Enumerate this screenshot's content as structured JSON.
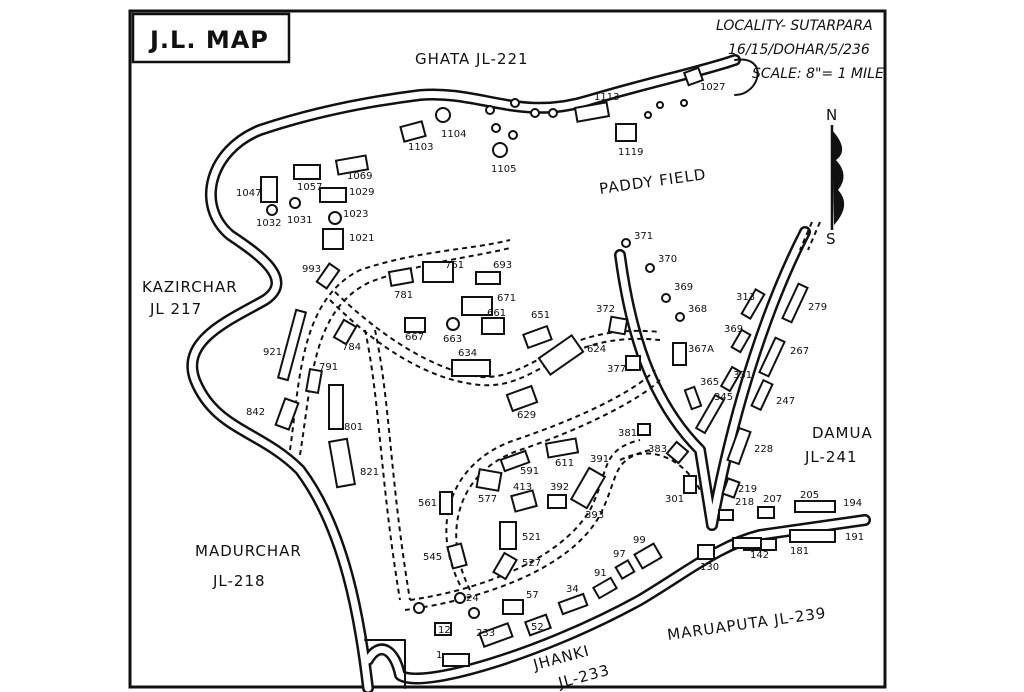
{
  "title": "J.L. MAP",
  "info": {
    "locality": "LOCALITY- SUTARPARA",
    "ref": "16/15/DOHAR/5/236",
    "scale": "SCALE: 8\"= 1 MILE"
  },
  "north_label": "N",
  "south_label": "S",
  "places": {
    "ghata": "GHATA JL-221",
    "paddy": "PADDY FIELD",
    "kazirchar_1": "KAZIRCHAR",
    "kazirchar_2": "JL 217",
    "madurchar_1": "MADURCHAR",
    "madurchar_2": "JL-218",
    "damua_1": "DAMUA",
    "damua_2": "JL-241",
    "maruaputa": "MARUAPUTA JL-239",
    "jhanki_1": "JHANKI",
    "jhanki_2": "JL-233"
  },
  "buildings": [
    "1047",
    "1057",
    "1069",
    "1029",
    "1031",
    "1032",
    "1023",
    "1021",
    "1103",
    "1104",
    "1105",
    "1113",
    "1119",
    "1027",
    "993",
    "781",
    "761",
    "693",
    "671",
    "667",
    "663",
    "661",
    "651",
    "634",
    "624",
    "629",
    "372",
    "377",
    "381",
    "383",
    "301",
    "391",
    "392",
    "413",
    "521",
    "527",
    "545",
    "561",
    "577",
    "591",
    "611",
    "921",
    "842",
    "791",
    "784",
    "801",
    "821",
    "371",
    "370",
    "369",
    "368",
    "367A",
    "365",
    "345",
    "331",
    "369",
    "313",
    "279",
    "267",
    "247",
    "228",
    "219",
    "218",
    "207",
    "205",
    "191",
    "181",
    "142",
    "130",
    "99",
    "97",
    "91",
    "34",
    "52",
    "57",
    "233",
    "24",
    "12",
    "1"
  ],
  "extra_labels": [
    "393",
    "194"
  ]
}
